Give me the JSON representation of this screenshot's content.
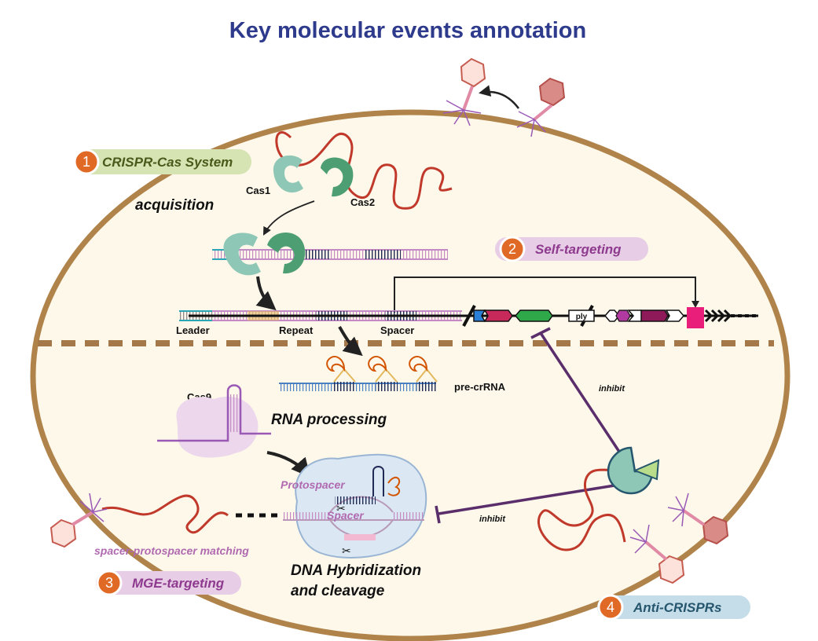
{
  "title": "Key molecular events annotation",
  "badges": [
    {
      "number": "1",
      "label": "CRISPR-Cas System",
      "pill_color": "#d6e4b4",
      "text_color": "#4a5a1a"
    },
    {
      "number": "2",
      "label": "Self-targeting",
      "pill_color": "#e7cde6",
      "text_color": "#8e3a8e"
    },
    {
      "number": "3",
      "label": "MGE-targeting",
      "pill_color": "#e7cde6",
      "text_color": "#8e3a8e"
    },
    {
      "number": "4",
      "label": "Anti-CRISPRs",
      "pill_color": "#c5dde9",
      "text_color": "#25566e"
    }
  ],
  "labels": {
    "acquisition": "acquisition",
    "cas1": "Cas1",
    "cas2": "Cas2",
    "leader": "Leader",
    "repeat": "Repeat",
    "spacer": "Spacer",
    "ply": "ply",
    "pre_crrna": "pre-crRNA",
    "cas9": "Cas9",
    "rna_processing": "RNA processing",
    "protospacer": "Protospacer",
    "spacer_inner": "Spacer",
    "inhibit_top": "inhibit",
    "inhibit_bottom": "inhibit",
    "matching": "spacer-protospacer matching",
    "hybridization_line1": "DNA Hybridization",
    "hybridization_line2": "and cleavage"
  },
  "colors": {
    "cell_border": "#b0834a",
    "cell_fill": "#fdf8ea",
    "badge_circle": "#e06a25",
    "rna_red": "#c0392b",
    "inhibit_purple": "#5a2d6b",
    "cas_teal": "#8fc7b6",
    "cas_green": "#4e9e73"
  }
}
